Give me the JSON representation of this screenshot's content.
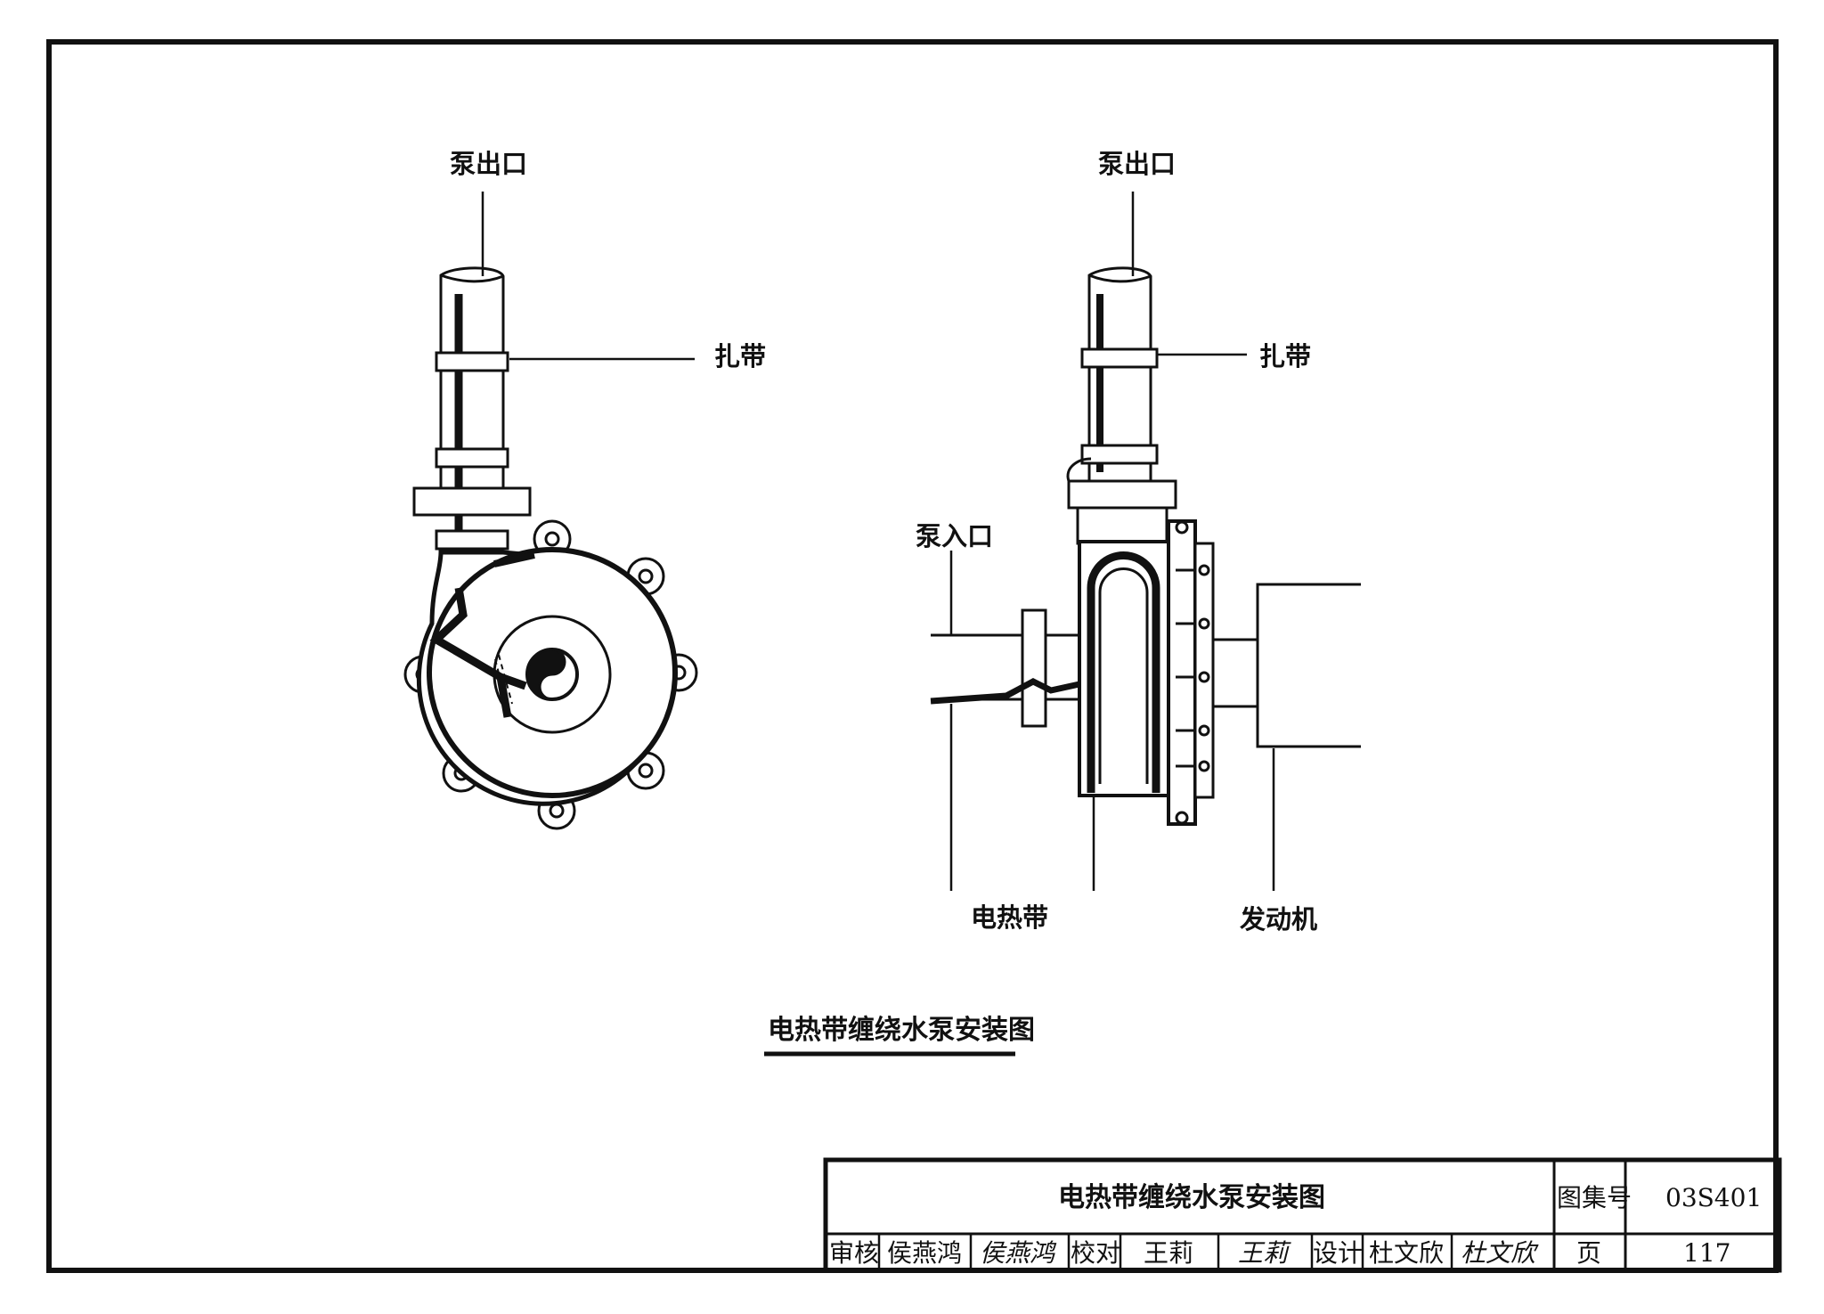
{
  "labels": {
    "left_pump_outlet": "泵出口",
    "left_strap": "扎带",
    "right_pump_outlet": "泵出口",
    "right_strap": "扎带",
    "pump_inlet": "泵入口",
    "heating_cable": "电热带",
    "engine": "发动机"
  },
  "figure_caption": "电热带缠绕水泵安装图",
  "title_block": {
    "drawing_title": "电热带缠绕水泵安装图",
    "atlas_no_label": "图集号",
    "atlas_no": "03S401",
    "review_label": "审核",
    "reviewer": "侯燕鸿",
    "reviewer_signature": "侯燕鸿",
    "check_label": "校对",
    "checker": "王莉",
    "checker_signature": "王莉",
    "design_label": "设计",
    "designer": "杜文欣",
    "designer_signature": "杜文欣",
    "page_label": "页",
    "page_no": "117"
  }
}
